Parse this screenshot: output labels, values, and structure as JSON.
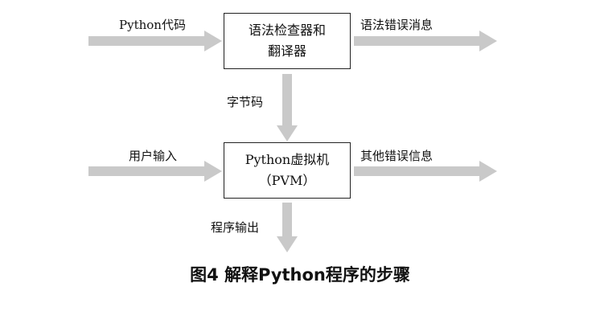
{
  "labels": {
    "input_code": "Python代码",
    "syntax_error_msg": "语法错误消息",
    "bytecode": "字节码",
    "user_input": "用户输入",
    "other_error_msg": "其他错误信息",
    "program_output": "程序输出"
  },
  "boxes": {
    "compiler": {
      "line1": "语法检查器和",
      "line2": "翻译器"
    },
    "pvm": {
      "line1": "Python虚拟机",
      "line2": "（PVM）"
    }
  },
  "caption": "图4 解释Python程序的步骤",
  "colors": {
    "arrow": "#c9c9c9",
    "box_border": "#222222",
    "text": "#111111"
  }
}
